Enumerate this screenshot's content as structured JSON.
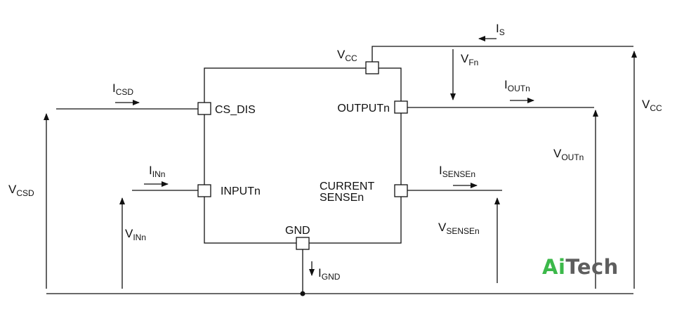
{
  "pins": {
    "vcc": "V",
    "vcc_sub": "CC",
    "cs_dis": "CS_DIS",
    "input": "INPUTn",
    "output": "OUTPUTn",
    "current_sense_1": "CURRENT",
    "current_sense_2": "SENSEn",
    "gnd": "GND"
  },
  "currents": {
    "is": "I",
    "is_sub": "S",
    "icsd": "I",
    "icsd_sub": "CSD",
    "iinn": "I",
    "iinn_sub": "INn",
    "ioutn": "I",
    "ioutn_sub": "OUTn",
    "isensen": "I",
    "isensen_sub": "SENSEn",
    "ignd": "I",
    "ignd_sub": "GND"
  },
  "voltages": {
    "vcsd": "V",
    "vcsd_sub": "CSD",
    "vinn": "V",
    "vinn_sub": "INn",
    "vfn": "V",
    "vfn_sub": "Fn",
    "voutn": "V",
    "voutn_sub": "OUTn",
    "vsensen": "V",
    "vsensen_sub": "SENSEn",
    "vcc_right": "V",
    "vcc_right_sub": "CC"
  },
  "logo": {
    "part1": "Ai",
    "part2": "Tech"
  },
  "colors": {
    "line": "#111111",
    "logo_green": "#3cb94a",
    "logo_gray": "#5e5e5e"
  }
}
